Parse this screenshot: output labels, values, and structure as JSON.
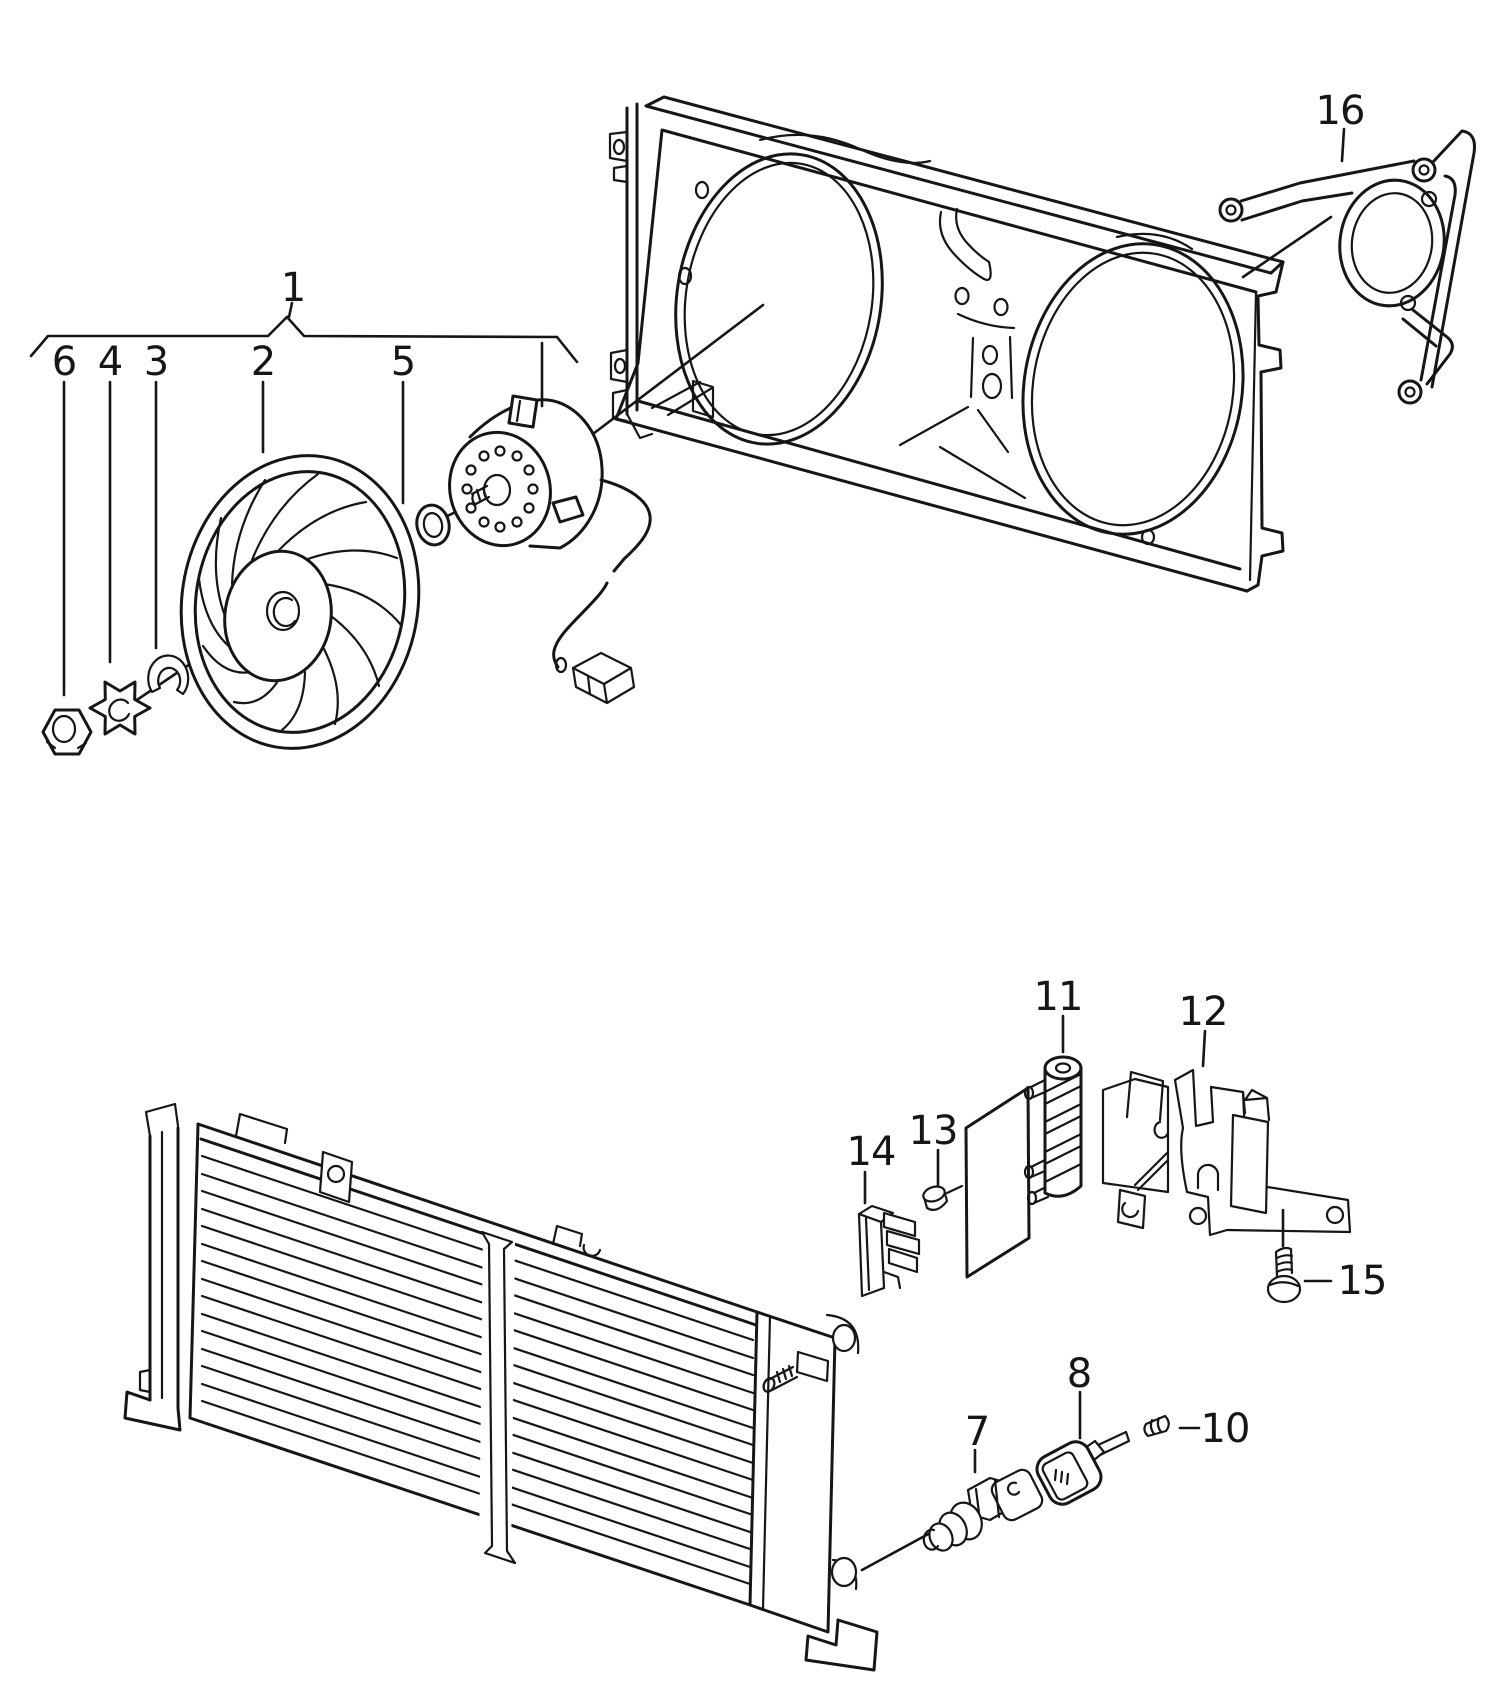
{
  "figure": {
    "kind": "exploded-parts-line-diagram",
    "ink_color": "#161616",
    "paper_color": "#ffffff"
  },
  "callouts": {
    "1": "1",
    "2": "2",
    "3": "3",
    "4": "4",
    "5": "5",
    "6": "6",
    "7": "7",
    "8": "8",
    "10": "10",
    "11": "11",
    "12": "12",
    "13": "13",
    "14": "14",
    "15": "15",
    "16": "16"
  }
}
